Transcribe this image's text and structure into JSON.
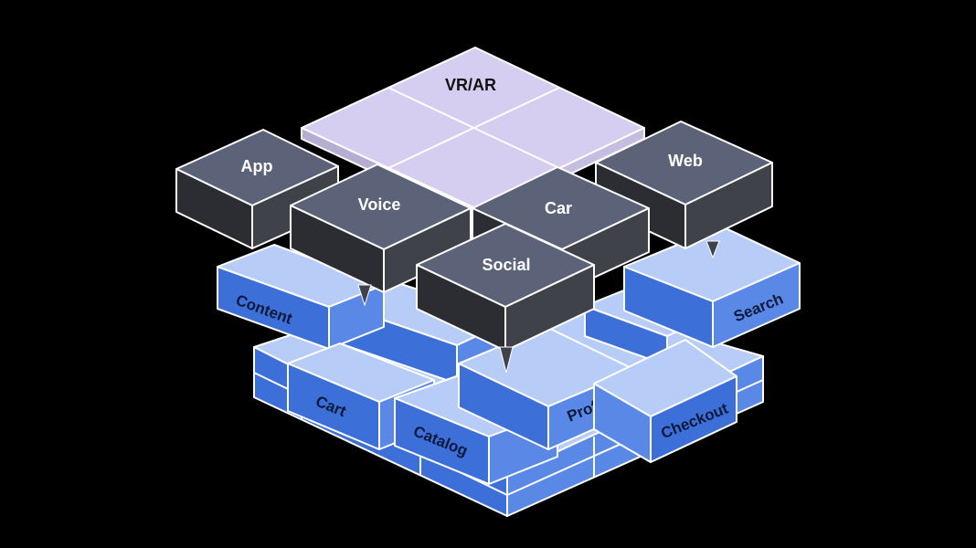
{
  "diagram": {
    "platform_plane": {
      "label": "VR/AR",
      "color": "#d6cef0"
    },
    "channel_blocks": [
      {
        "id": "app",
        "label": "App"
      },
      {
        "id": "voice",
        "label": "Voice"
      },
      {
        "id": "car",
        "label": "Car"
      },
      {
        "id": "web",
        "label": "Web"
      },
      {
        "id": "social",
        "label": "Social"
      }
    ],
    "service_blocks": [
      {
        "id": "content",
        "label": "Content"
      },
      {
        "id": "search",
        "label": "Search"
      },
      {
        "id": "cart",
        "label": "Cart"
      },
      {
        "id": "catalog",
        "label": "Catalog"
      },
      {
        "id": "profile",
        "label": "Profile"
      },
      {
        "id": "checkout",
        "label": "Checkout"
      }
    ],
    "colors": {
      "channel_top": "#5c6277",
      "channel_left": "#2b2d33",
      "channel_right": "#3f4249",
      "service_top": "#b7cdf7",
      "service_front": "#3d6fd8",
      "service_side": "#5a88e6",
      "edge": "#ffffff",
      "background": "#000000"
    }
  }
}
